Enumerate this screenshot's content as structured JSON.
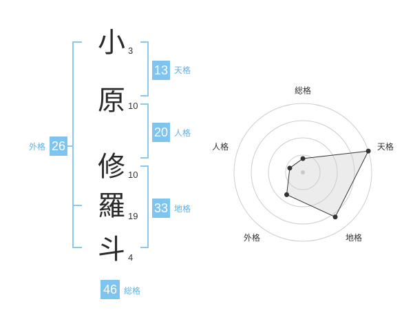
{
  "characters": [
    {
      "char": "小",
      "strokes": "3"
    },
    {
      "char": "原",
      "strokes": "10"
    },
    {
      "char": "修",
      "strokes": "10"
    },
    {
      "char": "羅",
      "strokes": "19"
    },
    {
      "char": "斗",
      "strokes": "4"
    }
  ],
  "fortunes": {
    "tenkaku": {
      "value": "13",
      "label": "天格"
    },
    "jinkaku": {
      "value": "20",
      "label": "人格"
    },
    "chikaku": {
      "value": "33",
      "label": "地格"
    },
    "gaikaku": {
      "value": "26",
      "label": "外格"
    },
    "soukaku": {
      "value": "46",
      "label": "総格"
    }
  },
  "chart_data": {
    "type": "radar",
    "axes": [
      "総格",
      "天格",
      "地格",
      "外格",
      "人格"
    ],
    "values": [
      1,
      5,
      4,
      2,
      1
    ],
    "range": [
      0,
      5
    ],
    "rings": 4
  }
}
